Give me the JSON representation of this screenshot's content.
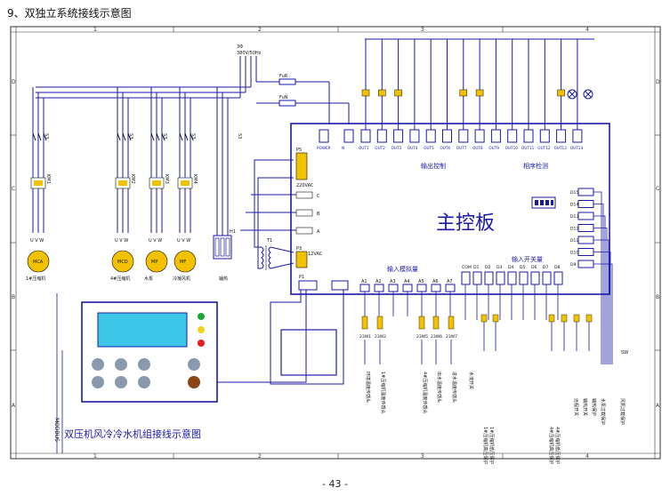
{
  "section_title": "9、双独立系统接线示意图",
  "page_number": "- 43 -",
  "diagram_title": "双压机风冷冷水机组接线示意图",
  "main_board_label": "主控板",
  "grid": {
    "cols": [
      "1",
      "2",
      "3",
      "4"
    ],
    "rows": [
      "D",
      "C",
      "B",
      "A"
    ]
  },
  "power": {
    "supply": "3Φ",
    "supply_spec": "380V/50Hz",
    "fuse_r": "FuR",
    "fuse_n": "FuN"
  },
  "board": {
    "output_control": "输出控制",
    "phase_detect": "相序检测",
    "analog_input": "输入模拟量",
    "switch_input": "输入开关量",
    "v220": "220VAC",
    "v12": "12VAC",
    "p5": "P5",
    "p3": "P3",
    "p1": "P1",
    "phase_c": "C",
    "phase_b": "B",
    "phase_a": "A",
    "com": "COM",
    "power_term": "POWER",
    "n_term": "N",
    "outputs": [
      "OUT1",
      "OUT2",
      "OUT3",
      "OUT4",
      "OUT5",
      "OUT6",
      "OUT7",
      "OUT8",
      "OUT9",
      "OUT10",
      "OUT11",
      "OUT12",
      "OUT13",
      "OUT14"
    ],
    "analog_terms": [
      "A1",
      "A2",
      "A3",
      "A4",
      "A5",
      "A6",
      "A7"
    ],
    "digital_terms": [
      "D1",
      "D2",
      "D3",
      "D4",
      "D5",
      "D6",
      "D7",
      "D8"
    ],
    "right_terms": [
      "D15",
      "D14",
      "D13",
      "D12",
      "D11",
      "D10",
      "D9"
    ]
  },
  "contactors": [
    "S3",
    "S3",
    "S3",
    "S3",
    "S3"
  ],
  "relays": [
    "KM1",
    "KM2",
    "KM3",
    "KM4"
  ],
  "motors": [
    {
      "code": "MCA",
      "name": "1#压缩机"
    },
    {
      "code": "MCD",
      "name": "4#压缩机"
    },
    {
      "code": "MP",
      "name": "水泵"
    },
    {
      "code": "MF",
      "name": "冷凝风机"
    }
  ],
  "heater_label": "辅热",
  "heater_code": "H1",
  "transformer": "T1",
  "uvw": "U V W",
  "sensors_analog": [
    "23W1",
    "23W2",
    "23W5",
    "23W6",
    "23W7"
  ],
  "bottom_labels_left": [
    "环境温度传感头",
    "1#压缩机温度传感头",
    "4#压缩机温度传感头",
    "出水温度传感头",
    "进水温度传感头",
    "水流开关"
  ],
  "bottom_labels_right": [
    "1#压缩机高压保护",
    "1#压缩机低压保护",
    "4#压缩机高压保护",
    "4#压缩机低压保护",
    "远程开关",
    "辅热开关",
    "辅热保护",
    "水泵过载保护",
    "风机过载保护"
  ],
  "modbus_label": "MODBUS",
  "sw_label": "SW",
  "colors": {
    "blue": "#1a1aa8",
    "yellow": "#f2c200",
    "black": "#111111",
    "panel_screen": "#3cc6e8",
    "led_green": "#1aa83a",
    "led_yellow": "#f2d21a",
    "led_red": "#e02020",
    "knob_gray": "#8a9aae",
    "knob_brown": "#8b4513"
  }
}
